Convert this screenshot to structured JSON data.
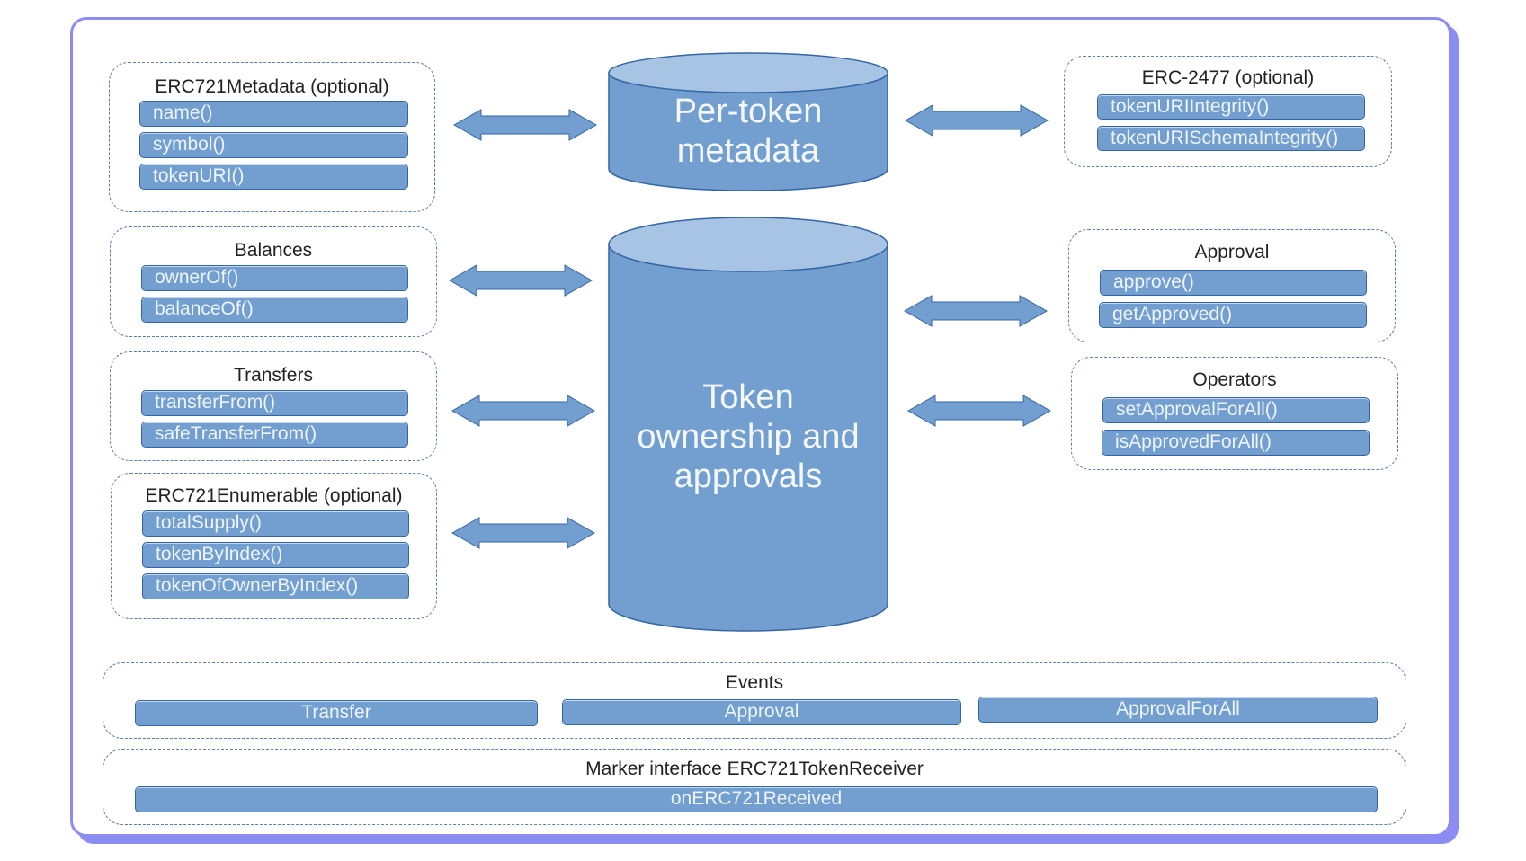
{
  "diagram": {
    "colors": {
      "frame": "#8c8cf2",
      "pill_fill": "#729fcf",
      "pill_stroke": "#3465a4",
      "cylinder_top": "#a7c4e4",
      "group_border": "#5d7ea8"
    },
    "stores": {
      "metadata": {
        "label_line1": "Per-token",
        "label_line2": "metadata"
      },
      "ownership": {
        "label_line1": "Token",
        "label_line2": "ownership and",
        "label_line3": "approvals"
      }
    },
    "groups": {
      "metadata": {
        "title": "ERC721Metadata (optional)",
        "items": [
          "name()",
          "symbol()",
          "tokenURI()"
        ]
      },
      "balances": {
        "title": "Balances",
        "items": [
          "ownerOf()",
          "balanceOf()"
        ]
      },
      "transfers": {
        "title": "Transfers",
        "items": [
          "transferFrom()",
          "safeTransferFrom()"
        ]
      },
      "enumerable": {
        "title": "ERC721Enumerable (optional)",
        "items": [
          "totalSupply()",
          "tokenByIndex()",
          "tokenOfOwnerByIndex()"
        ]
      },
      "erc2477": {
        "title": "ERC-2477 (optional)",
        "items": [
          "tokenURIIntegrity()",
          "tokenURISchemaIntegrity()"
        ]
      },
      "approval": {
        "title": "Approval",
        "items": [
          "approve()",
          "getApproved()"
        ]
      },
      "operators": {
        "title": "Operators",
        "items": [
          "setApprovalForAll()",
          "isApprovedForAll()"
        ]
      },
      "events": {
        "title": "Events",
        "items": [
          "Transfer",
          "Approval",
          "ApprovalForAll"
        ]
      },
      "receiver": {
        "title": "Marker interface ERC721TokenReceiver",
        "items": [
          "onERC721Received"
        ]
      }
    },
    "connections": [
      {
        "from": "metadata",
        "to": "Per-token metadata",
        "type": "bidirectional"
      },
      {
        "from": "Per-token metadata",
        "to": "erc2477",
        "type": "bidirectional"
      },
      {
        "from": "balances",
        "to": "Token ownership and approvals",
        "type": "bidirectional"
      },
      {
        "from": "transfers",
        "to": "Token ownership and approvals",
        "type": "bidirectional"
      },
      {
        "from": "enumerable",
        "to": "Token ownership and approvals",
        "type": "bidirectional"
      },
      {
        "from": "Token ownership and approvals",
        "to": "approval",
        "type": "bidirectional"
      },
      {
        "from": "Token ownership and approvals",
        "to": "operators",
        "type": "bidirectional"
      }
    ]
  }
}
